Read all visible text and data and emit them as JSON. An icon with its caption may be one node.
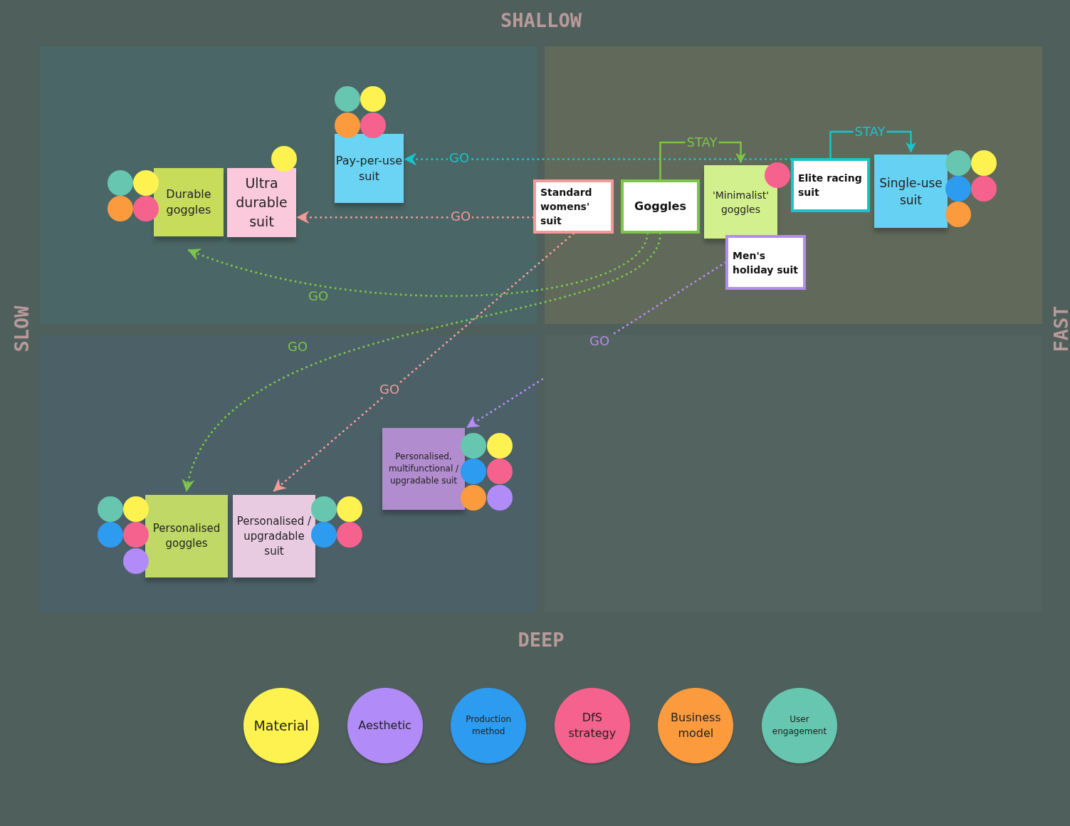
{
  "diagram": {
    "nodes": [
      {
        "text": [
          "Durable goggles"
        ]
      },
      {
        "text": [
          "Ultra durable suit"
        ]
      },
      {
        "text": [
          "Pay-per-use suit"
        ]
      },
      {
        "text": [
          "Standard womens' suit"
        ]
      },
      {
        "text": [
          "Goggles"
        ]
      },
      {
        "text": [
          "'Minimalist' goggles"
        ]
      },
      {
        "text": [
          "Elite racing suit"
        ]
      },
      {
        "text": [
          "Single-use suit"
        ]
      },
      {
        "text": [
          "Men's holiday suit"
        ]
      },
      {
        "text": [
          "Personalised, multifunctional / upgradable suit"
        ]
      },
      {
        "text": [
          "Personalised goggles"
        ]
      },
      {
        "text": [
          "Personalised / upgradable suit"
        ]
      },
      {
        "text": [],
        "shape": "circle"
      },
      {
        "text": [],
        "shape": "circle"
      },
      {
        "text": [],
        "shape": "circle"
      },
      {
        "text": [],
        "shape": "circle"
      },
      {
        "text": [],
        "shape": "circle"
      },
      {
        "text": [],
        "shape": "circle"
      },
      {
        "text": [],
        "shape": "circle"
      },
      {
        "text": [],
        "shape": "circle"
      },
      {
        "text": [],
        "shape": "circle"
      },
      {
        "text": [],
        "shape": "circle"
      },
      {
        "text": [],
        "shape": "circle"
      },
      {
        "text": [],
        "shape": "circle"
      },
      {
        "text": [],
        "shape": "circle"
      },
      {
        "text": [],
        "shape": "circle"
      },
      {
        "text": [],
        "shape": "circle"
      },
      {
        "text": [],
        "shape": "circle"
      },
      {
        "text": [],
        "shape": "circle"
      },
      {
        "text": [],
        "shape": "circle"
      },
      {
        "text": [],
        "shape": "circle"
      },
      {
        "text": [],
        "shape": "circle"
      },
      {
        "text": [],
        "shape": "circle"
      },
      {
        "text": [],
        "shape": "circle"
      },
      {
        "text": [],
        "shape": "circle"
      },
      {
        "text": [],
        "shape": "circle"
      },
      {
        "text": [],
        "shape": "circle"
      },
      {
        "text": [],
        "shape": "circle"
      },
      {
        "text": [],
        "shape": "circle"
      },
      {
        "text": [],
        "shape": "circle"
      },
      {
        "text": [],
        "shape": "circle"
      },
      {
        "text": [],
        "shape": "circle"
      }
    ],
    "edges": [
      {
        "from": 6,
        "to": 2,
        "arrow": "to",
        "label": "GO",
        "style": "dashed",
        "color": "#18c5cc"
      },
      {
        "from": 3,
        "to": 1,
        "arrow": "to",
        "label": "GO",
        "style": "dashed",
        "color": "#f39a9a"
      },
      {
        "from": 4,
        "to": 5,
        "arrow": "to",
        "label": "STAY",
        "color": "#7ec34a"
      },
      {
        "from": 6,
        "to": 7,
        "arrow": "to",
        "label": "STAY",
        "color": "#18c5cc"
      },
      {
        "from": 4,
        "to": 0,
        "arrow": "to",
        "label": "GO",
        "style": "dashed",
        "color": "#7ec34a"
      },
      {
        "from": 4,
        "to": 10,
        "arrow": "to",
        "label": "GO",
        "style": "dashed",
        "color": "#7ec34a"
      },
      {
        "from": 3,
        "to": 11,
        "arrow": "to",
        "label": "GO",
        "style": "dashed",
        "color": "#f39a9a"
      },
      {
        "from": 8,
        "to": 9,
        "arrow": "to",
        "label": "GO",
        "style": "dashed",
        "color": "#b28cf0"
      }
    ],
    "labels": [
      "SHALLOW",
      "SLOW",
      "FAST",
      "DEEP"
    ],
    "legend": [
      {
        "text": "Material",
        "color": "#fef250"
      },
      {
        "text": "Aesthetic",
        "color": "#b18cf8"
      },
      {
        "text": "Production method",
        "color": "#2d9bf0"
      },
      {
        "text": "DfS strategy",
        "color": "#f6628e"
      },
      {
        "text": "Business model",
        "color": "#fb9b3e"
      },
      {
        "text": "User engagement",
        "color": "#67c6b0"
      }
    ]
  }
}
